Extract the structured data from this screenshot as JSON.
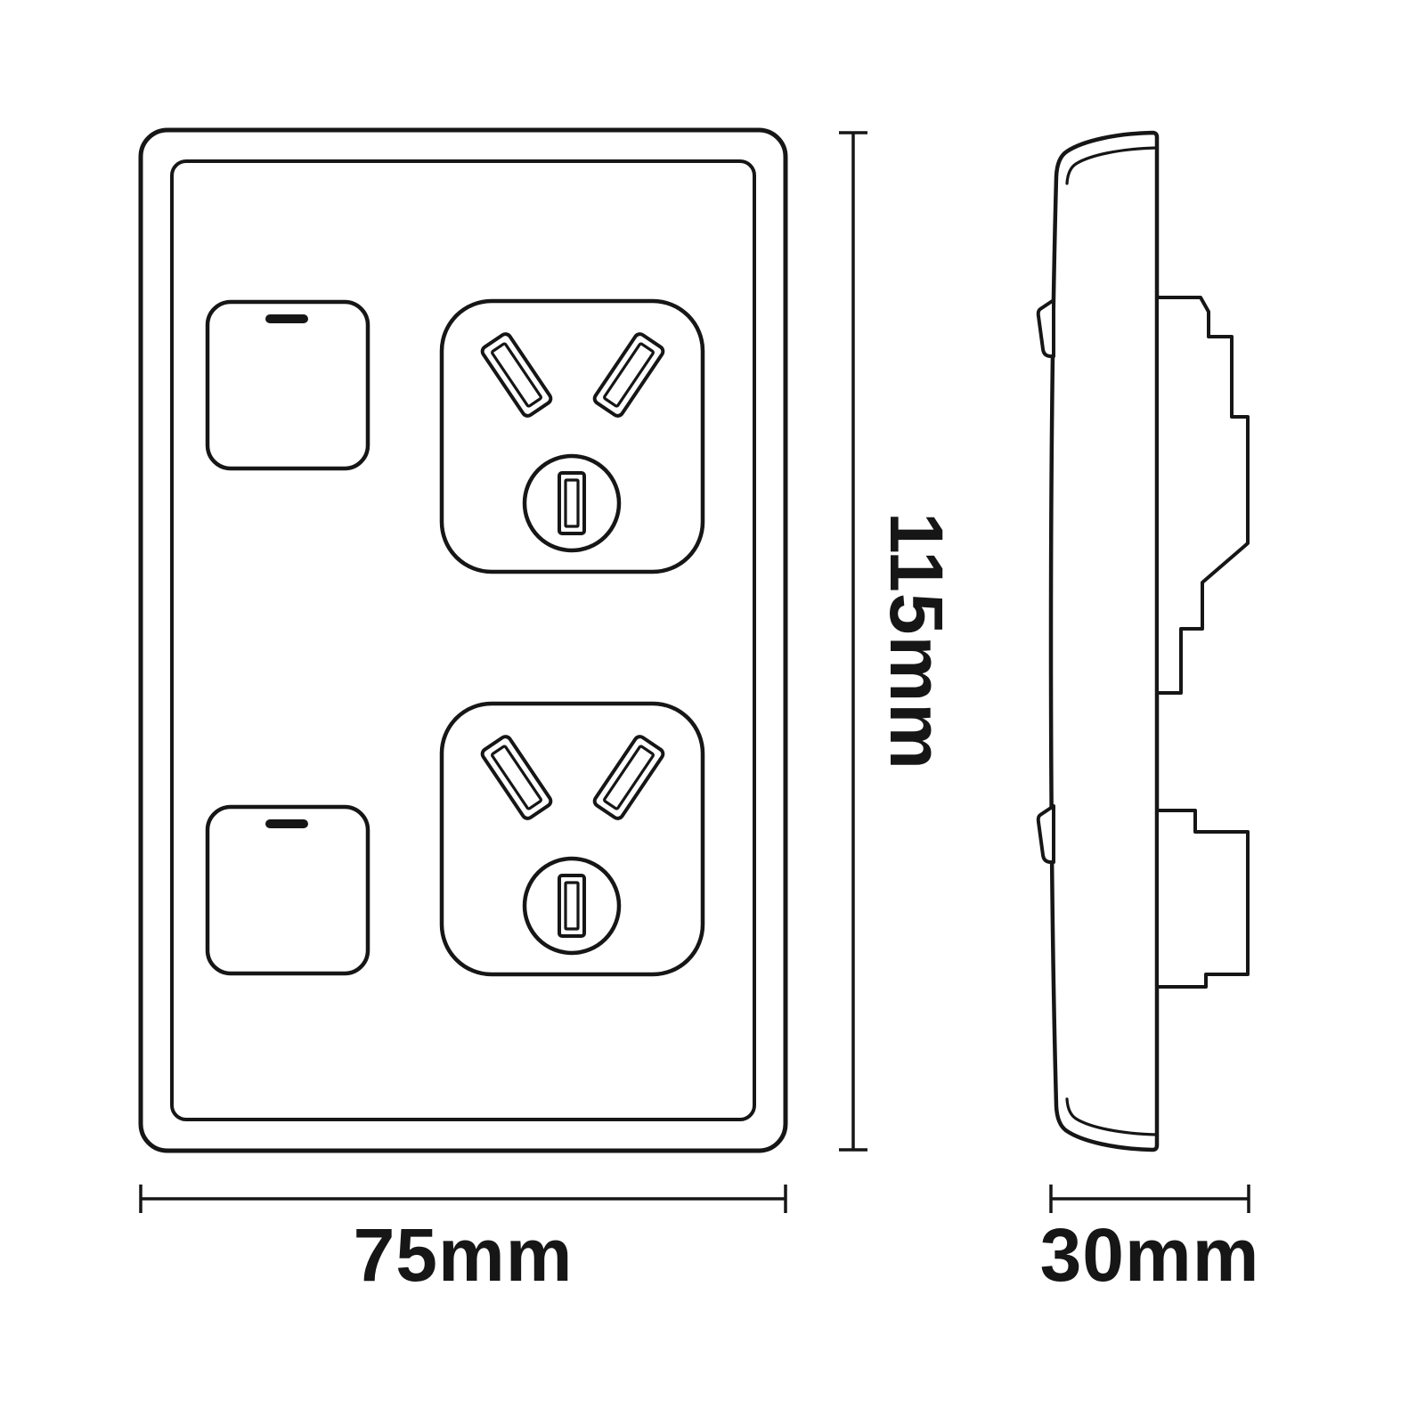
{
  "dimensions": {
    "width": "75mm",
    "height": "115mm",
    "depth": "30mm"
  },
  "colors": {
    "line": "#161616",
    "background": "#ffffff"
  }
}
